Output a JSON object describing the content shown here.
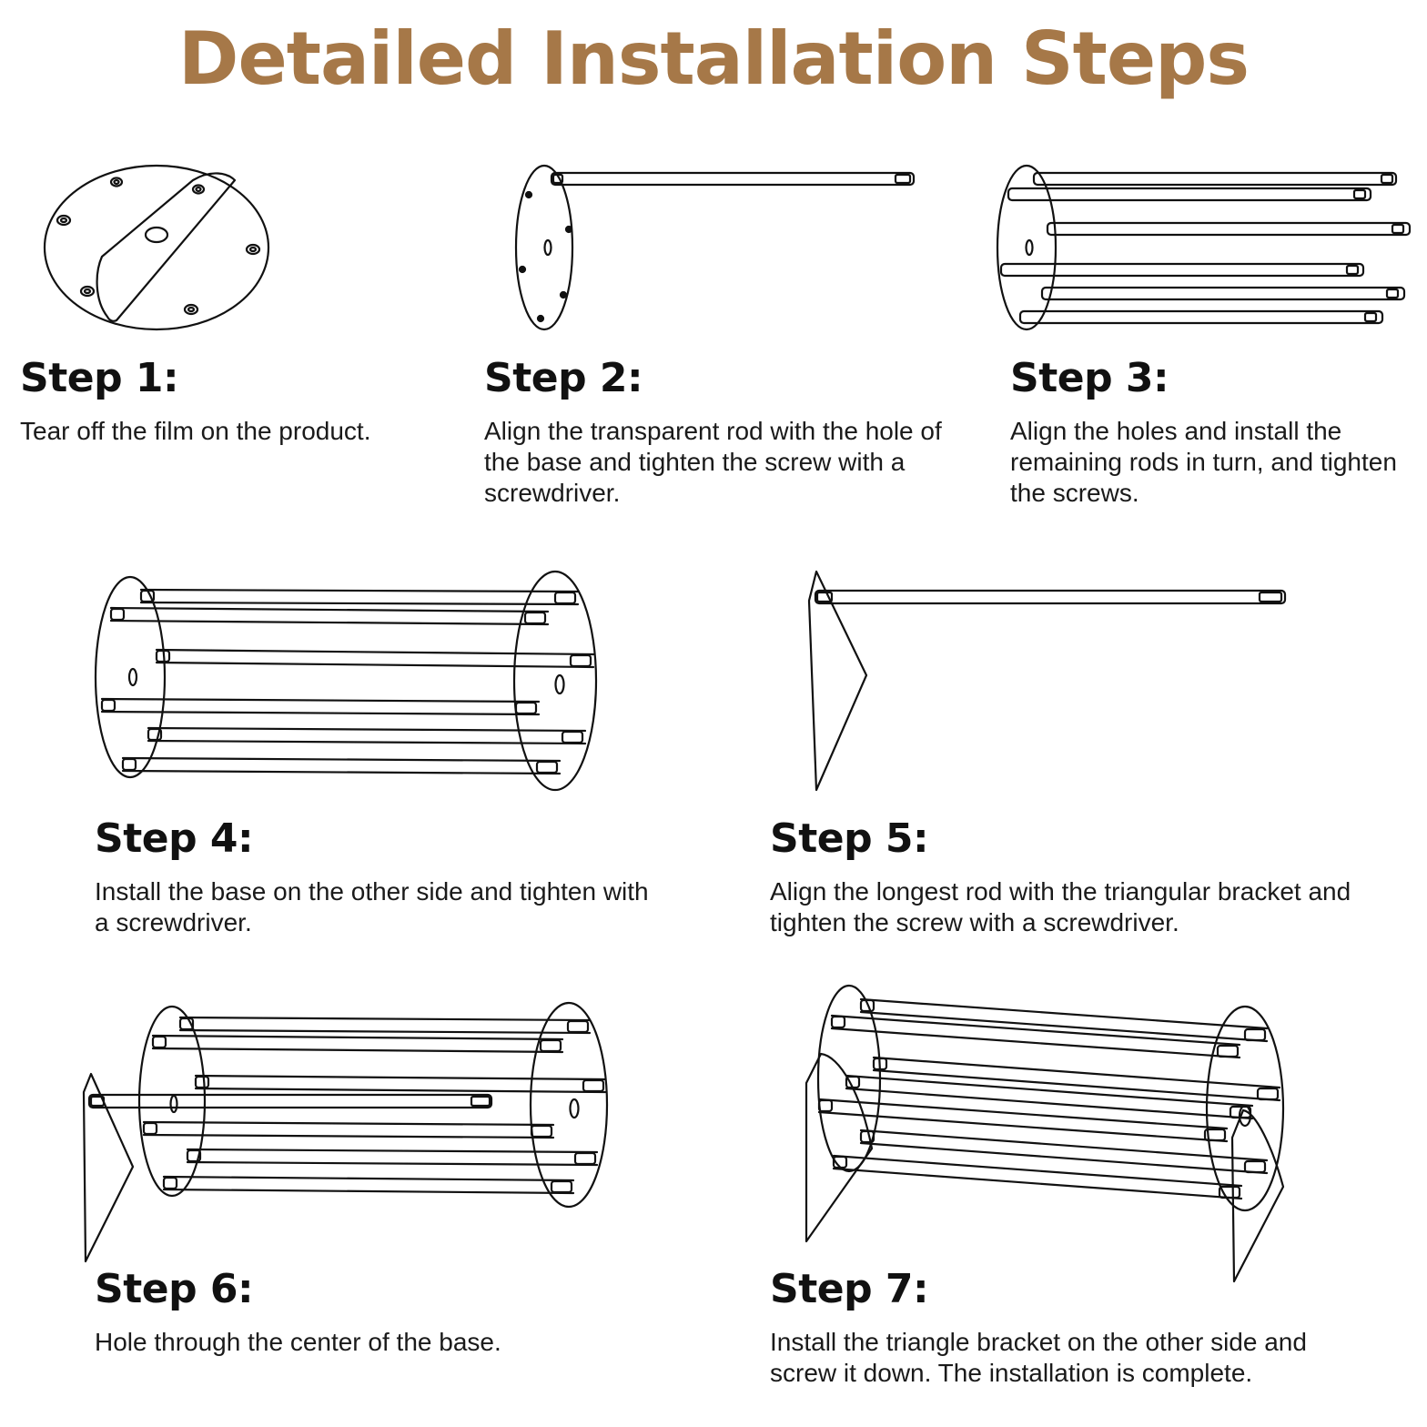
{
  "title": "Detailed Installation Steps",
  "accent_color": "#a67848",
  "steps": [
    {
      "heading": "Step 1:",
      "text": "Tear off the film on the product."
    },
    {
      "heading": "Step 2:",
      "text": "Align the transparent rod with the hole of the base and tighten the screw with a screwdriver."
    },
    {
      "heading": "Step 3:",
      "text": "Align the holes and install the remaining rods in turn, and tighten the screws."
    },
    {
      "heading": "Step 4:",
      "text": "Install the base on the other side and tighten with a screwdriver."
    },
    {
      "heading": "Step 5:",
      "text": "Align the longest rod with the triangular bracket and tighten the screw with a screwdriver."
    },
    {
      "heading": "Step 6:",
      "text": "Hole through the center of the base."
    },
    {
      "heading": "Step 7:",
      "text": "Install the triangle bracket on the other side and screw it down. The installation is complete."
    }
  ]
}
